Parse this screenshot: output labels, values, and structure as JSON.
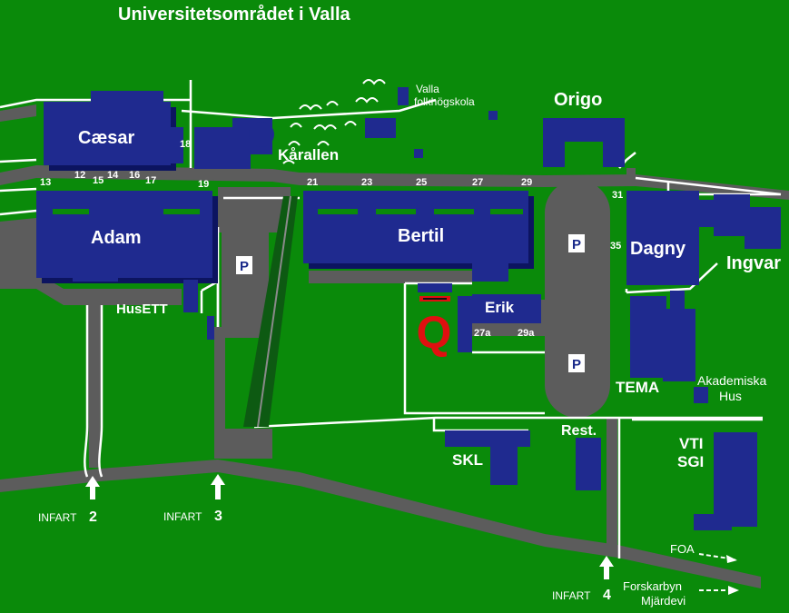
{
  "title": "Universitetsområdet i Valla",
  "colors": {
    "grass": "#0a8a0a",
    "road": "#5c5c5c",
    "building": "#1f2a8f",
    "marker": "#e01010"
  },
  "buildings": {
    "caesar": "Cæsar",
    "adam": "Adam",
    "bertil": "Bertil",
    "erik": "Erik",
    "dagny": "Dagny",
    "ingvar": "Ingvar",
    "origo": "Origo",
    "karallen": "Kårallen",
    "husett": "HusETT",
    "tema": "TEMA",
    "skl": "SKL",
    "rest": "Rest.",
    "vti": "VTI",
    "sgi": "SGI",
    "akademiska_1": "Akademiska",
    "akademiska_2": "Hus",
    "valla_1": "Valla",
    "valla_2": "folkhögskola"
  },
  "entrance_numbers": {
    "n12": "12",
    "n13": "13",
    "n14": "14",
    "n15": "15",
    "n16": "16",
    "n17": "17",
    "n18": "18",
    "n19": "19",
    "n21": "21",
    "n23": "23",
    "n25": "25",
    "n27": "27",
    "n29": "29",
    "n31": "31",
    "n35": "35",
    "n27a": "27a",
    "n29a": "29a"
  },
  "parking_label": "P",
  "marker_label": "Q",
  "entrances": [
    {
      "label": "INFART",
      "number": "2"
    },
    {
      "label": "INFART",
      "number": "3"
    },
    {
      "label": "INFART",
      "number": "4"
    }
  ],
  "directions": {
    "foa": "FOA",
    "forskarbyn": "Forskarbyn",
    "mjardevi": "Mjärdevi"
  }
}
